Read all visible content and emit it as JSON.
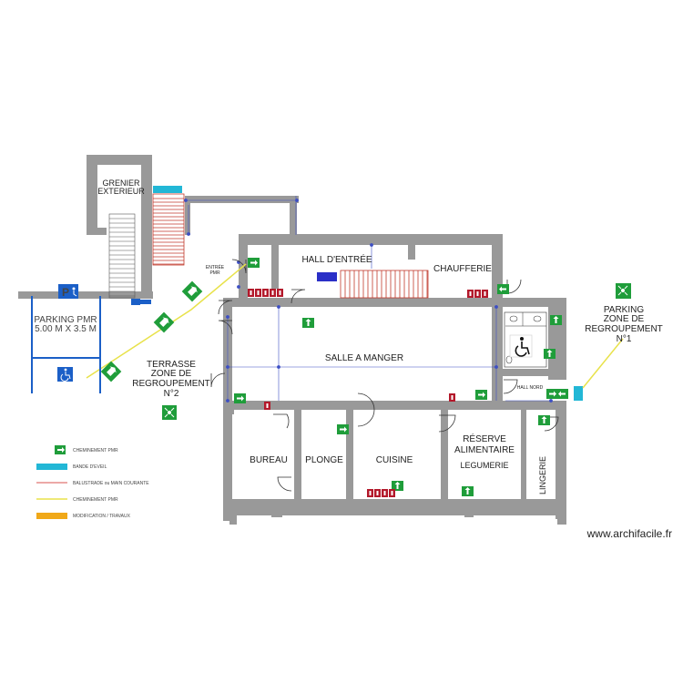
{
  "colors": {
    "wall": "#999999",
    "floor": "#ffffff",
    "evac_green": "#1f9d3a",
    "fire_red": "#b3192b",
    "pmr_blue": "#1b5fc7",
    "tactile_cyan": "#22b7d6",
    "railing_red": "#d9534f",
    "path_yellow": "#e8e24a",
    "works_orange": "#f0a818",
    "measure_blue": "#3d4fc4",
    "stairs_red": "#c0392b"
  },
  "icons": {
    "exit_arrow": "arrow-right-icon",
    "assembly": "assembly-point-icon",
    "wheelchair": "wheelchair-icon",
    "parking": "parking-icon"
  },
  "rooms": {
    "grenier_l1": "GRENIER",
    "grenier_l2": "EXTERIEUR",
    "hall": "HALL D'ENTRÉE",
    "chaufferie": "CHAUFFERIE",
    "salle": "SALLE A MANGER",
    "bureau": "BUREAU",
    "plonge": "PLONGE",
    "cuisine": "CUISINE",
    "reserve_l1": "RÉSERVE",
    "reserve_l2": "ALIMENTAIRE",
    "legumerie": "LEGUMERIE",
    "lingerie": "LINGERIE",
    "hall_nord": "HALL NORD"
  },
  "labels": {
    "parking_pmr_l1": "PARKING PMR",
    "parking_pmr_l2": "5.00 M X 3.5 M",
    "terrasse_l1": "TERRASSE",
    "terrasse_l2": "ZONE DE",
    "terrasse_l3": "REGROUPEMENT",
    "terrasse_l4": "N°2",
    "parking_zone_l1": "PARKING",
    "parking_zone_l2": "ZONE DE",
    "parking_zone_l3": "REGROUPEMENT",
    "parking_zone_l4": "N°1",
    "entree_pmr_l1": "ENTRÉE",
    "entree_pmr_l2": "PMR",
    "parking_letter": "P"
  },
  "legend": [
    {
      "type": "arrow",
      "label": "CHEMINEMENT PMR"
    },
    {
      "type": "cyan",
      "label": "BANDE D'EVEIL"
    },
    {
      "type": "redline",
      "label": "BALUSTRADE ou MAIN COURANTE"
    },
    {
      "type": "yellowline",
      "label": "CHEMINEMENT PMR"
    },
    {
      "type": "orange",
      "label": "MODIFICATION / TRAVAUX"
    }
  ],
  "watermark": "www.archifacile.fr"
}
